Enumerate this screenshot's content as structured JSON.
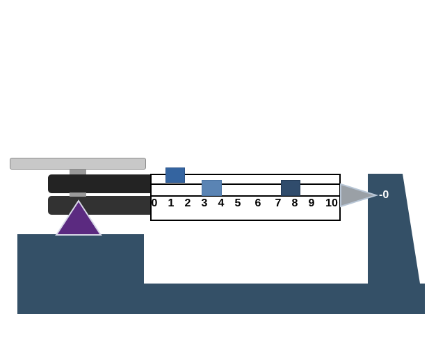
{
  "scale": {
    "ticks": [
      "0",
      "1",
      "2",
      "3",
      "4",
      "5",
      "6",
      "7",
      "8",
      "9",
      "10"
    ],
    "pointer_reading": "-0",
    "riders": [
      {
        "beam": "top",
        "position": 1
      },
      {
        "beam": "middle",
        "position": 3
      },
      {
        "beam": "middle",
        "position": 8
      }
    ]
  },
  "colors": {
    "base": "#345067",
    "fulcrum": "#5b2a80",
    "rider_top": "#3464a0",
    "rider_mid_left": "#5a84b4",
    "rider_mid_right": "#304c6c",
    "pointer": "#9aa0a6"
  },
  "icons": {
    "fulcrum": "triangle-icon",
    "pointer": "pointer-triangle-icon"
  }
}
